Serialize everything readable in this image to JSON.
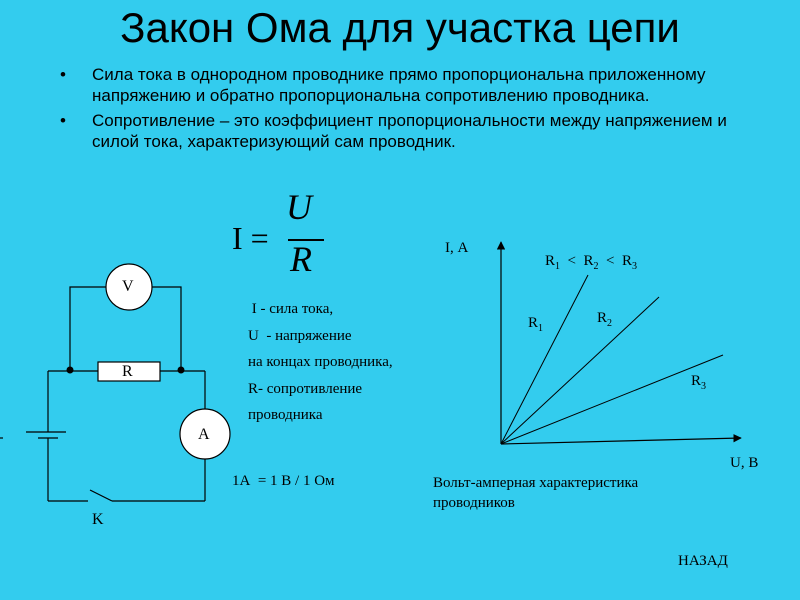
{
  "slide": {
    "title": "Закон Ома для участка цепи",
    "bullets": [
      {
        "text": "Сила тока в однородном проводнике прямо пропорциональна приложенному напряжению и обратно пропорциональна сопротивлению проводника."
      },
      {
        "text": "Сопротивление – это коэффициент пропорциональности между напряжением и силой тока, характеризующий сам проводник."
      }
    ],
    "bullet_symbol": "•"
  },
  "formula": {
    "lhs": "I =",
    "numerator": "U",
    "denominator": "R"
  },
  "legend": {
    "lines": [
      " I - сила тока,",
      "U  - напряжение",
      "на концах проводника,",
      "R- сопротивление",
      "проводника"
    ]
  },
  "circuit": {
    "voltmeter_label": "V",
    "ammeter_label": "A",
    "resistor_label": "R",
    "switch_label": "K"
  },
  "unit_note": "1А  = 1 В / 1 Ом",
  "graph": {
    "y_axis_label": "I, А",
    "x_axis_label": "U, В",
    "relation": {
      "r1": "R",
      "s1": "1",
      "op1": "<",
      "r2": "R",
      "s2": "2",
      "op2": "<",
      "r3": "R",
      "s3": "3"
    },
    "lines": [
      {
        "name": "R",
        "sub": "1"
      },
      {
        "name": "R",
        "sub": "2"
      },
      {
        "name": "R",
        "sub": "3"
      }
    ],
    "caption": [
      "Вольт-амперная характеристика",
      "проводников"
    ]
  },
  "nav": {
    "back_label": "НАЗАД"
  }
}
